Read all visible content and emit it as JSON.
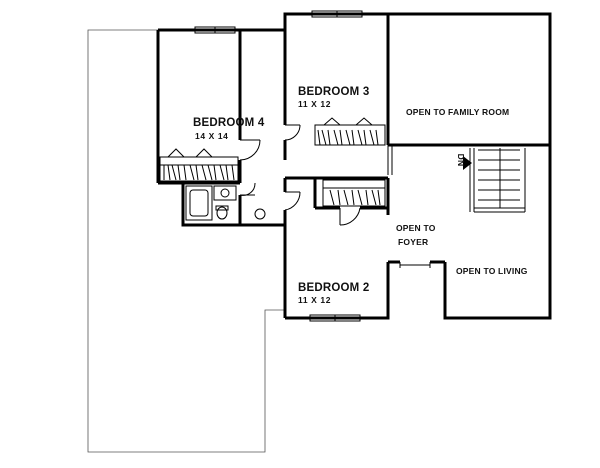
{
  "rooms": {
    "bedroom4": {
      "name": "BEDROOM 4",
      "size": "14 X 14"
    },
    "bedroom3": {
      "name": "BEDROOM 3",
      "size": "11 X 12"
    },
    "bedroom2": {
      "name": "BEDROOM 2",
      "size": "11 X 12"
    }
  },
  "open_areas": {
    "family_room": "OPEN TO FAMILY ROOM",
    "foyer_line1": "OPEN TO",
    "foyer_line2": "FOYER",
    "living": "OPEN TO LIVING"
  },
  "stair": {
    "direction_label": "DN"
  }
}
